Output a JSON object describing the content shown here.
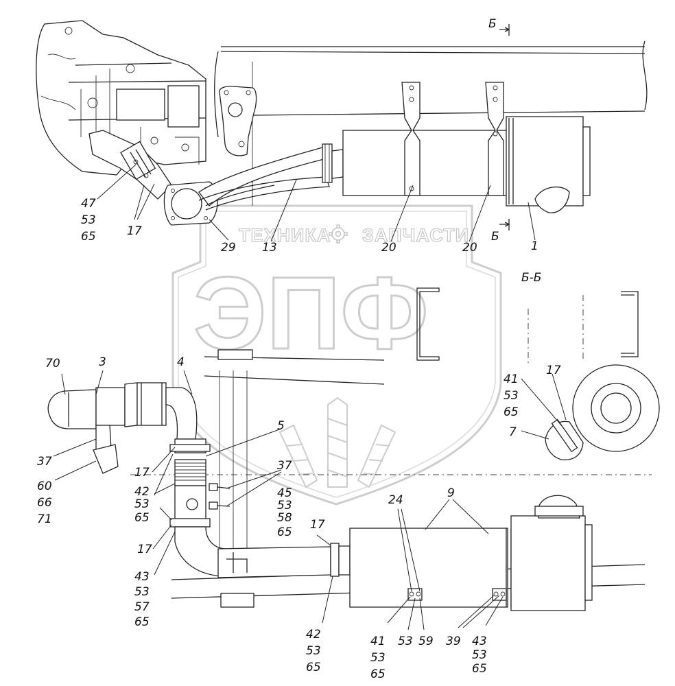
{
  "section": {
    "mark": "Б",
    "title": "Б-Б"
  },
  "watermark": {
    "top_left": "ТЕХНИКА",
    "top_right": "ЗАПЧАСТИ",
    "big": "ЭПФ",
    "gear_icon": "gear-icon"
  },
  "callouts_top": {
    "c47": "47",
    "c53": "53",
    "c65": "65",
    "c17": "17",
    "c29": "29",
    "c13": "13",
    "c20a": "20",
    "c20b": "20",
    "c1": "1"
  },
  "callouts_section": {
    "c41": "41",
    "c53": "53",
    "c65": "65",
    "c17": "17",
    "c7": "7"
  },
  "callouts_bottom": {
    "c70": "70",
    "c3": "3",
    "c4": "4",
    "c5": "5",
    "c37a": "37",
    "c60": "60",
    "c66": "66",
    "c71": "71",
    "c17a": "17",
    "c42a": "42",
    "c53a": "53",
    "c65a": "65",
    "c37b": "37",
    "c45": "45",
    "c53b": "53",
    "c58": "58",
    "c65b": "65",
    "c17b": "17",
    "c43a": "43",
    "c53c": "53",
    "c57": "57",
    "c65c": "65",
    "c17c": "17",
    "c42b": "42",
    "c53d": "53",
    "c65d": "65",
    "c24": "24",
    "c9": "9",
    "c41": "41",
    "c53e": "53",
    "c65e": "65",
    "c53f": "53",
    "c59": "59",
    "c39": "39",
    "c43b": "43",
    "c53g": "53",
    "c65f": "65"
  }
}
